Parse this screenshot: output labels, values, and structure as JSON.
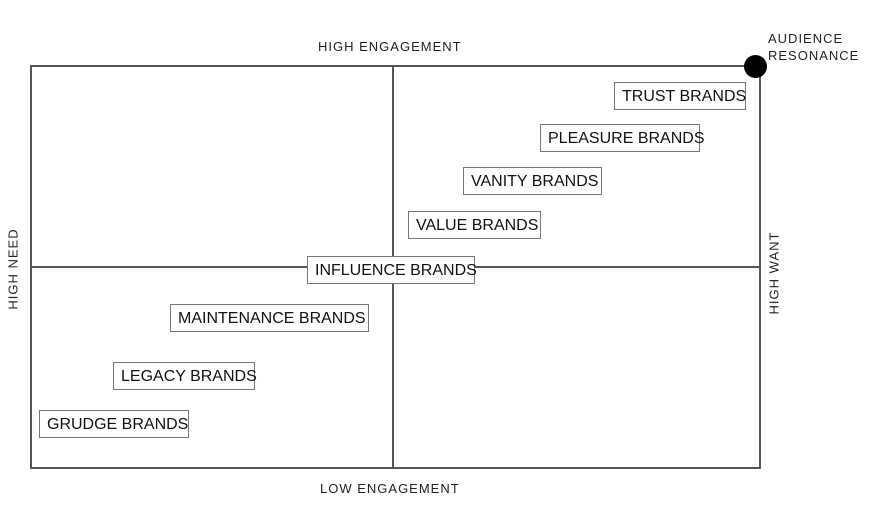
{
  "axes": {
    "top": "HIGH ENGAGEMENT",
    "bottom": "LOW ENGAGEMENT",
    "left": "HIGH NEED",
    "right": "HIGH WANT"
  },
  "resonance": {
    "line1": "AUDIENCE",
    "line2": "RESONANCE"
  },
  "brands": [
    "TRUST BRANDS",
    "PLEASURE BRANDS",
    "VANITY BRANDS",
    "VALUE BRANDS",
    "INFLUENCE BRANDS",
    "MAINTENANCE BRANDS",
    "LEGACY BRANDS",
    "GRUDGE BRANDS"
  ]
}
